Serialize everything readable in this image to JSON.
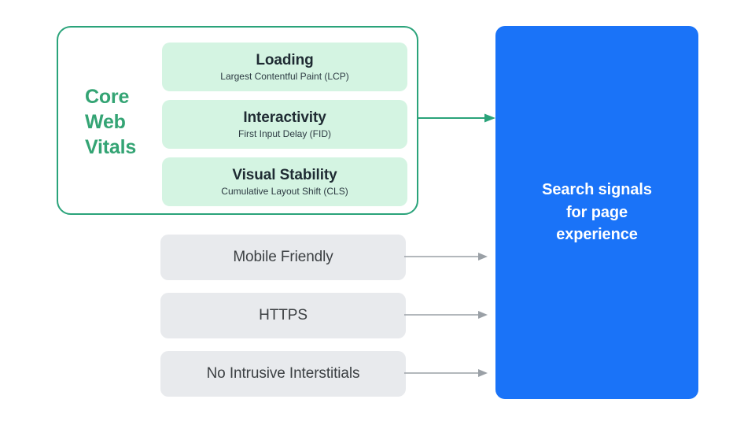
{
  "diagram": {
    "title": "Search signals for page experience",
    "colors": {
      "core_web_vitals_accent": "#34a474",
      "core_web_vitals_border": "#2aa37a",
      "metric_card_bg": "#d4f4e2",
      "factor_box_bg": "#e8eaed",
      "search_signals_bg": "#1a73f8",
      "grey_arrow": "#9aa0a6",
      "dark_text": "#1f2b33"
    }
  },
  "core_web_vitals": {
    "label_lines": [
      "Core",
      "Web",
      "Vitals"
    ],
    "label_full": "Core Web Vitals",
    "metrics": [
      {
        "title": "Loading",
        "subtitle": "Largest Contentful Paint (LCP)",
        "abbr": "LCP"
      },
      {
        "title": "Interactivity",
        "subtitle": "First Input Delay (FID)",
        "abbr": "FID"
      },
      {
        "title": "Visual Stability",
        "subtitle": "Cumulative Layout Shift (CLS)",
        "abbr": "CLS"
      }
    ]
  },
  "other_factors": [
    {
      "label": "Mobile Friendly"
    },
    {
      "label": "HTTPS"
    },
    {
      "label": "No Intrusive Interstitials"
    }
  ],
  "search_signals": {
    "text": "Search signals\nfor page\nexperience"
  },
  "arrows": [
    {
      "name": "core-web-vitals-to-search-signals",
      "color": "#2aa37a"
    },
    {
      "name": "mobile-friendly-to-search-signals",
      "color": "#9aa0a6"
    },
    {
      "name": "https-to-search-signals",
      "color": "#9aa0a6"
    },
    {
      "name": "no-intrusive-interstitials-to-search-signals",
      "color": "#9aa0a6"
    }
  ]
}
